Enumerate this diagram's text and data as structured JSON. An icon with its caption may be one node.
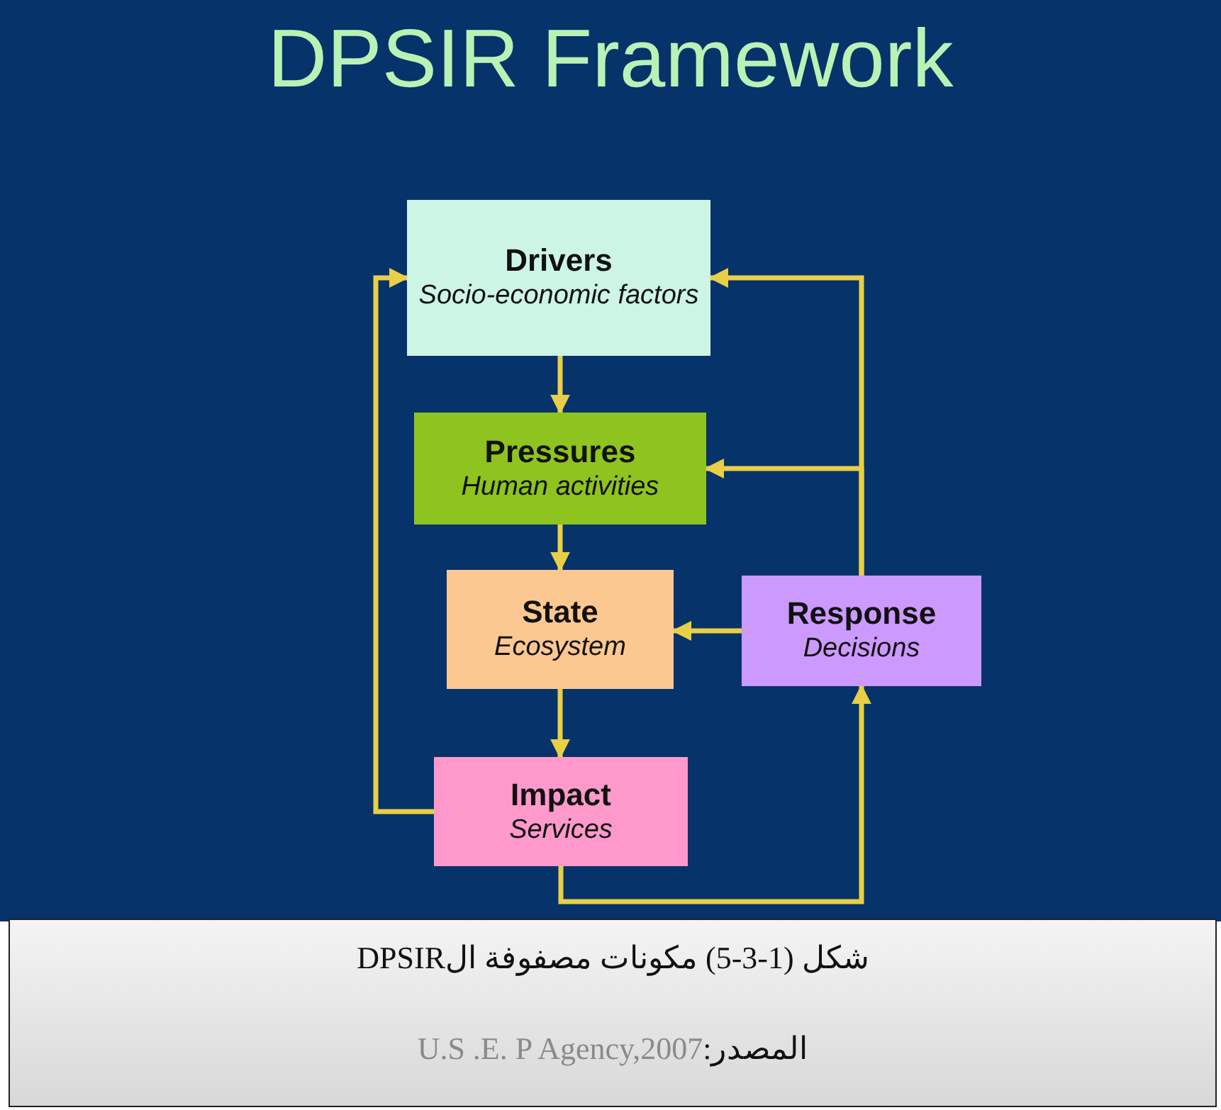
{
  "diagram": {
    "title": "DPSIR Framework",
    "caption": "شكل (1-3-5) مكونات مصفوفة الDPSIR",
    "nodes": [
      {
        "text": [
          "Drivers",
          "Socio-economic factors"
        ]
      },
      {
        "text": [
          "Pressures",
          "Human activities"
        ]
      },
      {
        "text": [
          "State",
          "Ecosystem"
        ]
      },
      {
        "text": [
          "Response",
          "Decisions"
        ]
      },
      {
        "text": [
          "Impact",
          "Services"
        ]
      }
    ],
    "edges": [
      {
        "from": 0,
        "to": 1,
        "arrow": "to"
      },
      {
        "from": 1,
        "to": 2,
        "arrow": "to"
      },
      {
        "from": 3,
        "to": 2,
        "arrow": "to"
      },
      {
        "from": 2,
        "to": 4,
        "arrow": "to"
      },
      {
        "from": 4,
        "to": 0,
        "arrow": "to"
      },
      {
        "from": 3,
        "to": 0,
        "arrow": "to"
      },
      {
        "from": 3,
        "to": 1,
        "arrow": "to"
      },
      {
        "from": 4,
        "to": 3,
        "arrow": "to"
      }
    ],
    "labels": [
      "المصدر:",
      "U.S .E. P Agency,2007"
    ]
  }
}
